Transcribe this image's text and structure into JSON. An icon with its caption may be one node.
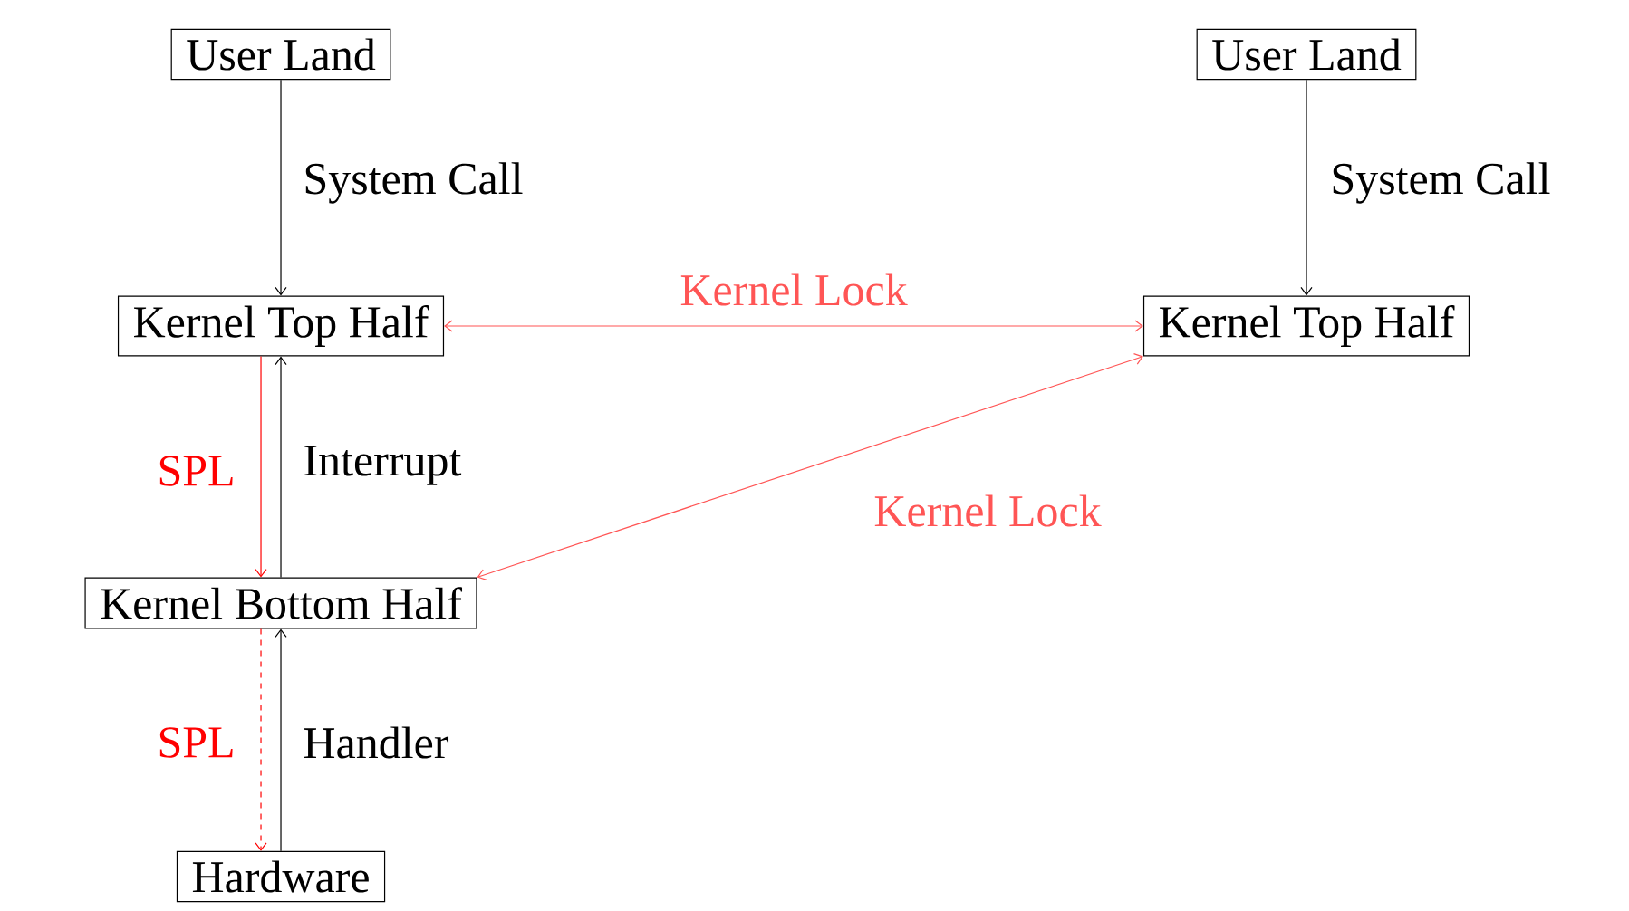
{
  "diagram": {
    "nodes": [
      {
        "text": [
          "User Land"
        ]
      },
      {
        "text": [
          "User Land"
        ]
      },
      {
        "text": [
          "Kernel Top Half"
        ]
      },
      {
        "text": [
          "Kernel Top Half"
        ]
      },
      {
        "text": [
          "Kernel Bottom Half"
        ]
      },
      {
        "text": [
          "Hardware"
        ]
      }
    ],
    "edges": [
      {
        "from": 0,
        "to": 2,
        "arrow": "to",
        "label": "System Call"
      },
      {
        "from": 1,
        "to": 3,
        "arrow": "to",
        "label": "System Call"
      },
      {
        "from": 2,
        "to": 3,
        "arrow": "both",
        "label": "Kernel Lock",
        "color": "#ff5555"
      },
      {
        "from": 4,
        "to": 3,
        "arrow": "both",
        "label": "Kernel Lock",
        "color": "#ff5555"
      },
      {
        "from": 2,
        "to": 4,
        "arrow": "to",
        "label": "SPL",
        "color": "#ff0000"
      },
      {
        "from": 4,
        "to": 2,
        "arrow": "to",
        "label": "Interrupt"
      },
      {
        "from": 4,
        "to": 5,
        "arrow": "to",
        "label": "SPL",
        "color": "#ff0000",
        "style": "dashed"
      },
      {
        "from": 5,
        "to": 4,
        "arrow": "to",
        "label": "Handler"
      }
    ]
  }
}
